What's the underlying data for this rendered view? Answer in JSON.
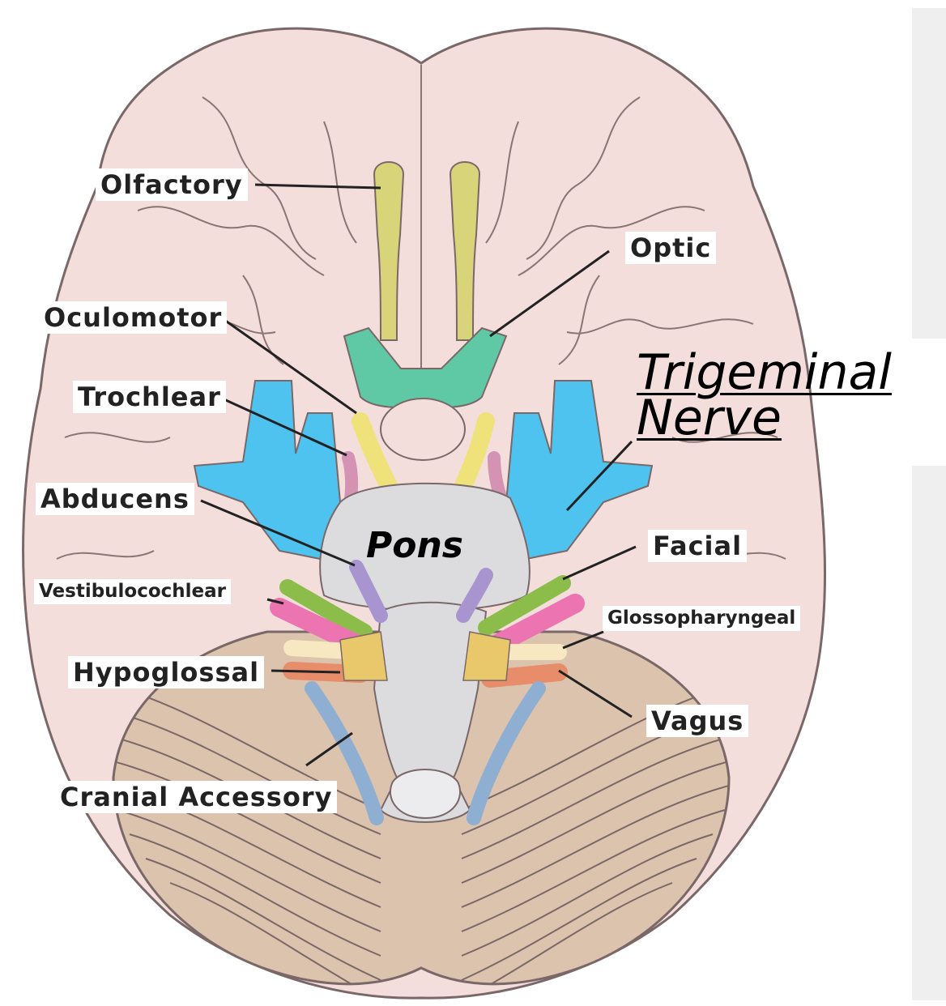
{
  "labels": {
    "olfactory": "Olfactory",
    "optic": "Optic",
    "oculomotor": "Oculomotor",
    "trochlear": "Trochlear",
    "trigeminal_line1": "Trigeminal",
    "trigeminal_line2": "Nerve",
    "abducens": "Abducens",
    "pons": "Pons",
    "facial": "Facial",
    "vestibulocochlear": "Vestibulocochlear",
    "glossopharyngeal": "Glossopharyngeal",
    "hypoglossal": "Hypoglossal",
    "vagus": "Vagus",
    "cranial_accessory": "Cranial Accessory"
  },
  "colors": {
    "brain": "#f3dedc",
    "brain_outline": "#7a6868",
    "cerebellum": "#dcc3ad",
    "brainstem": "#dcdcdf",
    "olfactory": "#d8d47a",
    "optic": "#5fc9a6",
    "oculomotor": "#efe27a",
    "trochlear": "#d493b2",
    "trigeminal": "#4fc3ef",
    "abducens": "#a895cf",
    "facial": "#8cbd4a",
    "vestibulocochlear": "#ec75b1",
    "glossopharyngeal": "#f7e8c2",
    "vagus": "#e78d6a",
    "accessory_hypoglossal": "#8eaed2",
    "rootlets": "#e8c86a"
  }
}
